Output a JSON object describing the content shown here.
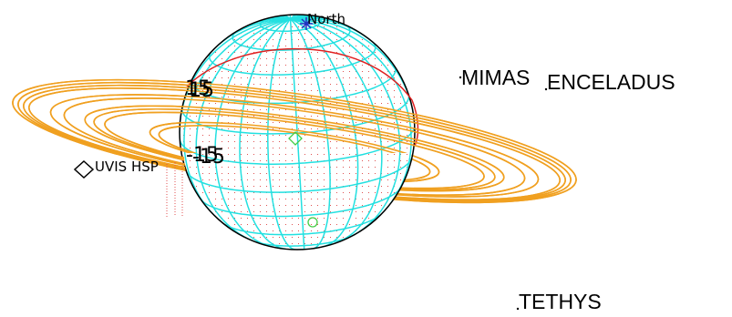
{
  "pole_label": "North",
  "instrument_label": "UVIS HSP",
  "lat_labels": [
    "15",
    "-15"
  ],
  "moons": [
    "MIMAS",
    "ENCELADUS",
    "TETHYS"
  ],
  "colors": {
    "rings": "#f0a020",
    "grid": "#22e0e0",
    "limb": "#000000",
    "terminator": "#e02020",
    "dots": "#e05050",
    "pole": "#2030c0",
    "marker": "#44cc44"
  }
}
